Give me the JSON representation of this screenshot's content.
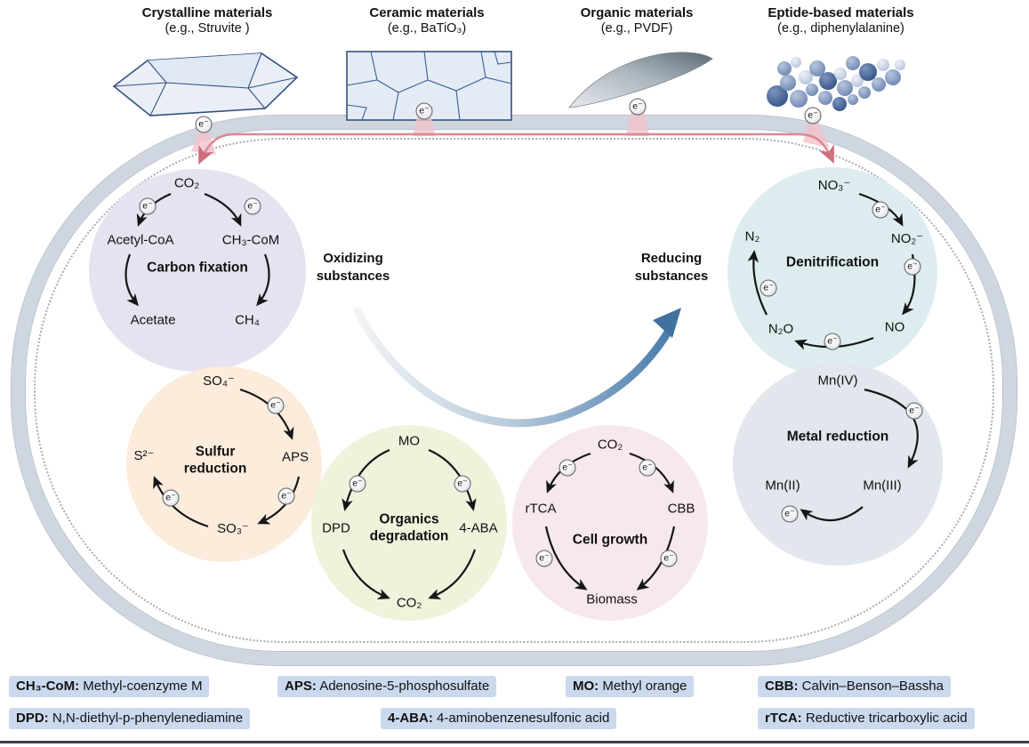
{
  "electron": "e⁻",
  "materials": [
    {
      "name": "Crystalline materials",
      "example": "(e.g., Struvite )"
    },
    {
      "name": "Ceramic materials",
      "example": "(e.g., BaTiO₃)"
    },
    {
      "name": "Organic materials",
      "example": "(e.g., PVDF)"
    },
    {
      "name": "Eptide-based materials",
      "example": "(e.g., diphenylalanine)"
    }
  ],
  "flow": {
    "left_label": "Oxidizing substances",
    "right_label": "Reducing substances"
  },
  "cycles": {
    "carbon_fixation": {
      "title": "Carbon fixation",
      "nodes": {
        "top": "CO₂",
        "left": "Acetyl-CoA",
        "right": "CH₃-CoM",
        "bottom_left": "Acetate",
        "bottom_right": "CH₄"
      }
    },
    "sulfur_reduction": {
      "title": "Sulfur reduction",
      "nodes": {
        "top": "SO₄⁻",
        "right": "APS",
        "bottom": "SO₃⁻",
        "left": "S²⁻"
      }
    },
    "organics_degradation": {
      "title": "Organics degradation",
      "nodes": {
        "top": "MO",
        "right": "4-ABA",
        "bottom": "CO₂",
        "left": "DPD"
      }
    },
    "cell_growth": {
      "title": "Cell growth",
      "nodes": {
        "top": "CO₂",
        "right": "CBB",
        "bottom": "Biomass",
        "left": "rTCA"
      }
    },
    "denitrification": {
      "title": "Denitrification",
      "nodes": {
        "top": "NO₃⁻",
        "right": "NO₂⁻",
        "bottom_right": "NO",
        "bottom_left": "N₂O",
        "left": "N₂"
      }
    },
    "metal_reduction": {
      "title": "Metal reduction",
      "nodes": {
        "top": "Mn(IV)",
        "right": "Mn(III)",
        "left": "Mn(II)"
      }
    }
  },
  "abbreviations": {
    "row1": [
      {
        "term": "CH₃-CoM:",
        "def": "Methyl-coenzyme M"
      },
      {
        "term": "APS:",
        "def": "Adenosine-5-phosphosulfate"
      },
      {
        "term": "MO:",
        "def": "Methyl orange"
      },
      {
        "term": "CBB:",
        "def": "Calvin–Benson–Bassha"
      }
    ],
    "row2": [
      {
        "term": "DPD:",
        "def": "N,N-diethyl-p-phenylenediamine"
      },
      {
        "term": "4-ABA:",
        "def": "4-aminobenzenesulfonic acid"
      },
      {
        "term": "rTCA:",
        "def": "Reductive tricarboxylic acid"
      }
    ]
  }
}
